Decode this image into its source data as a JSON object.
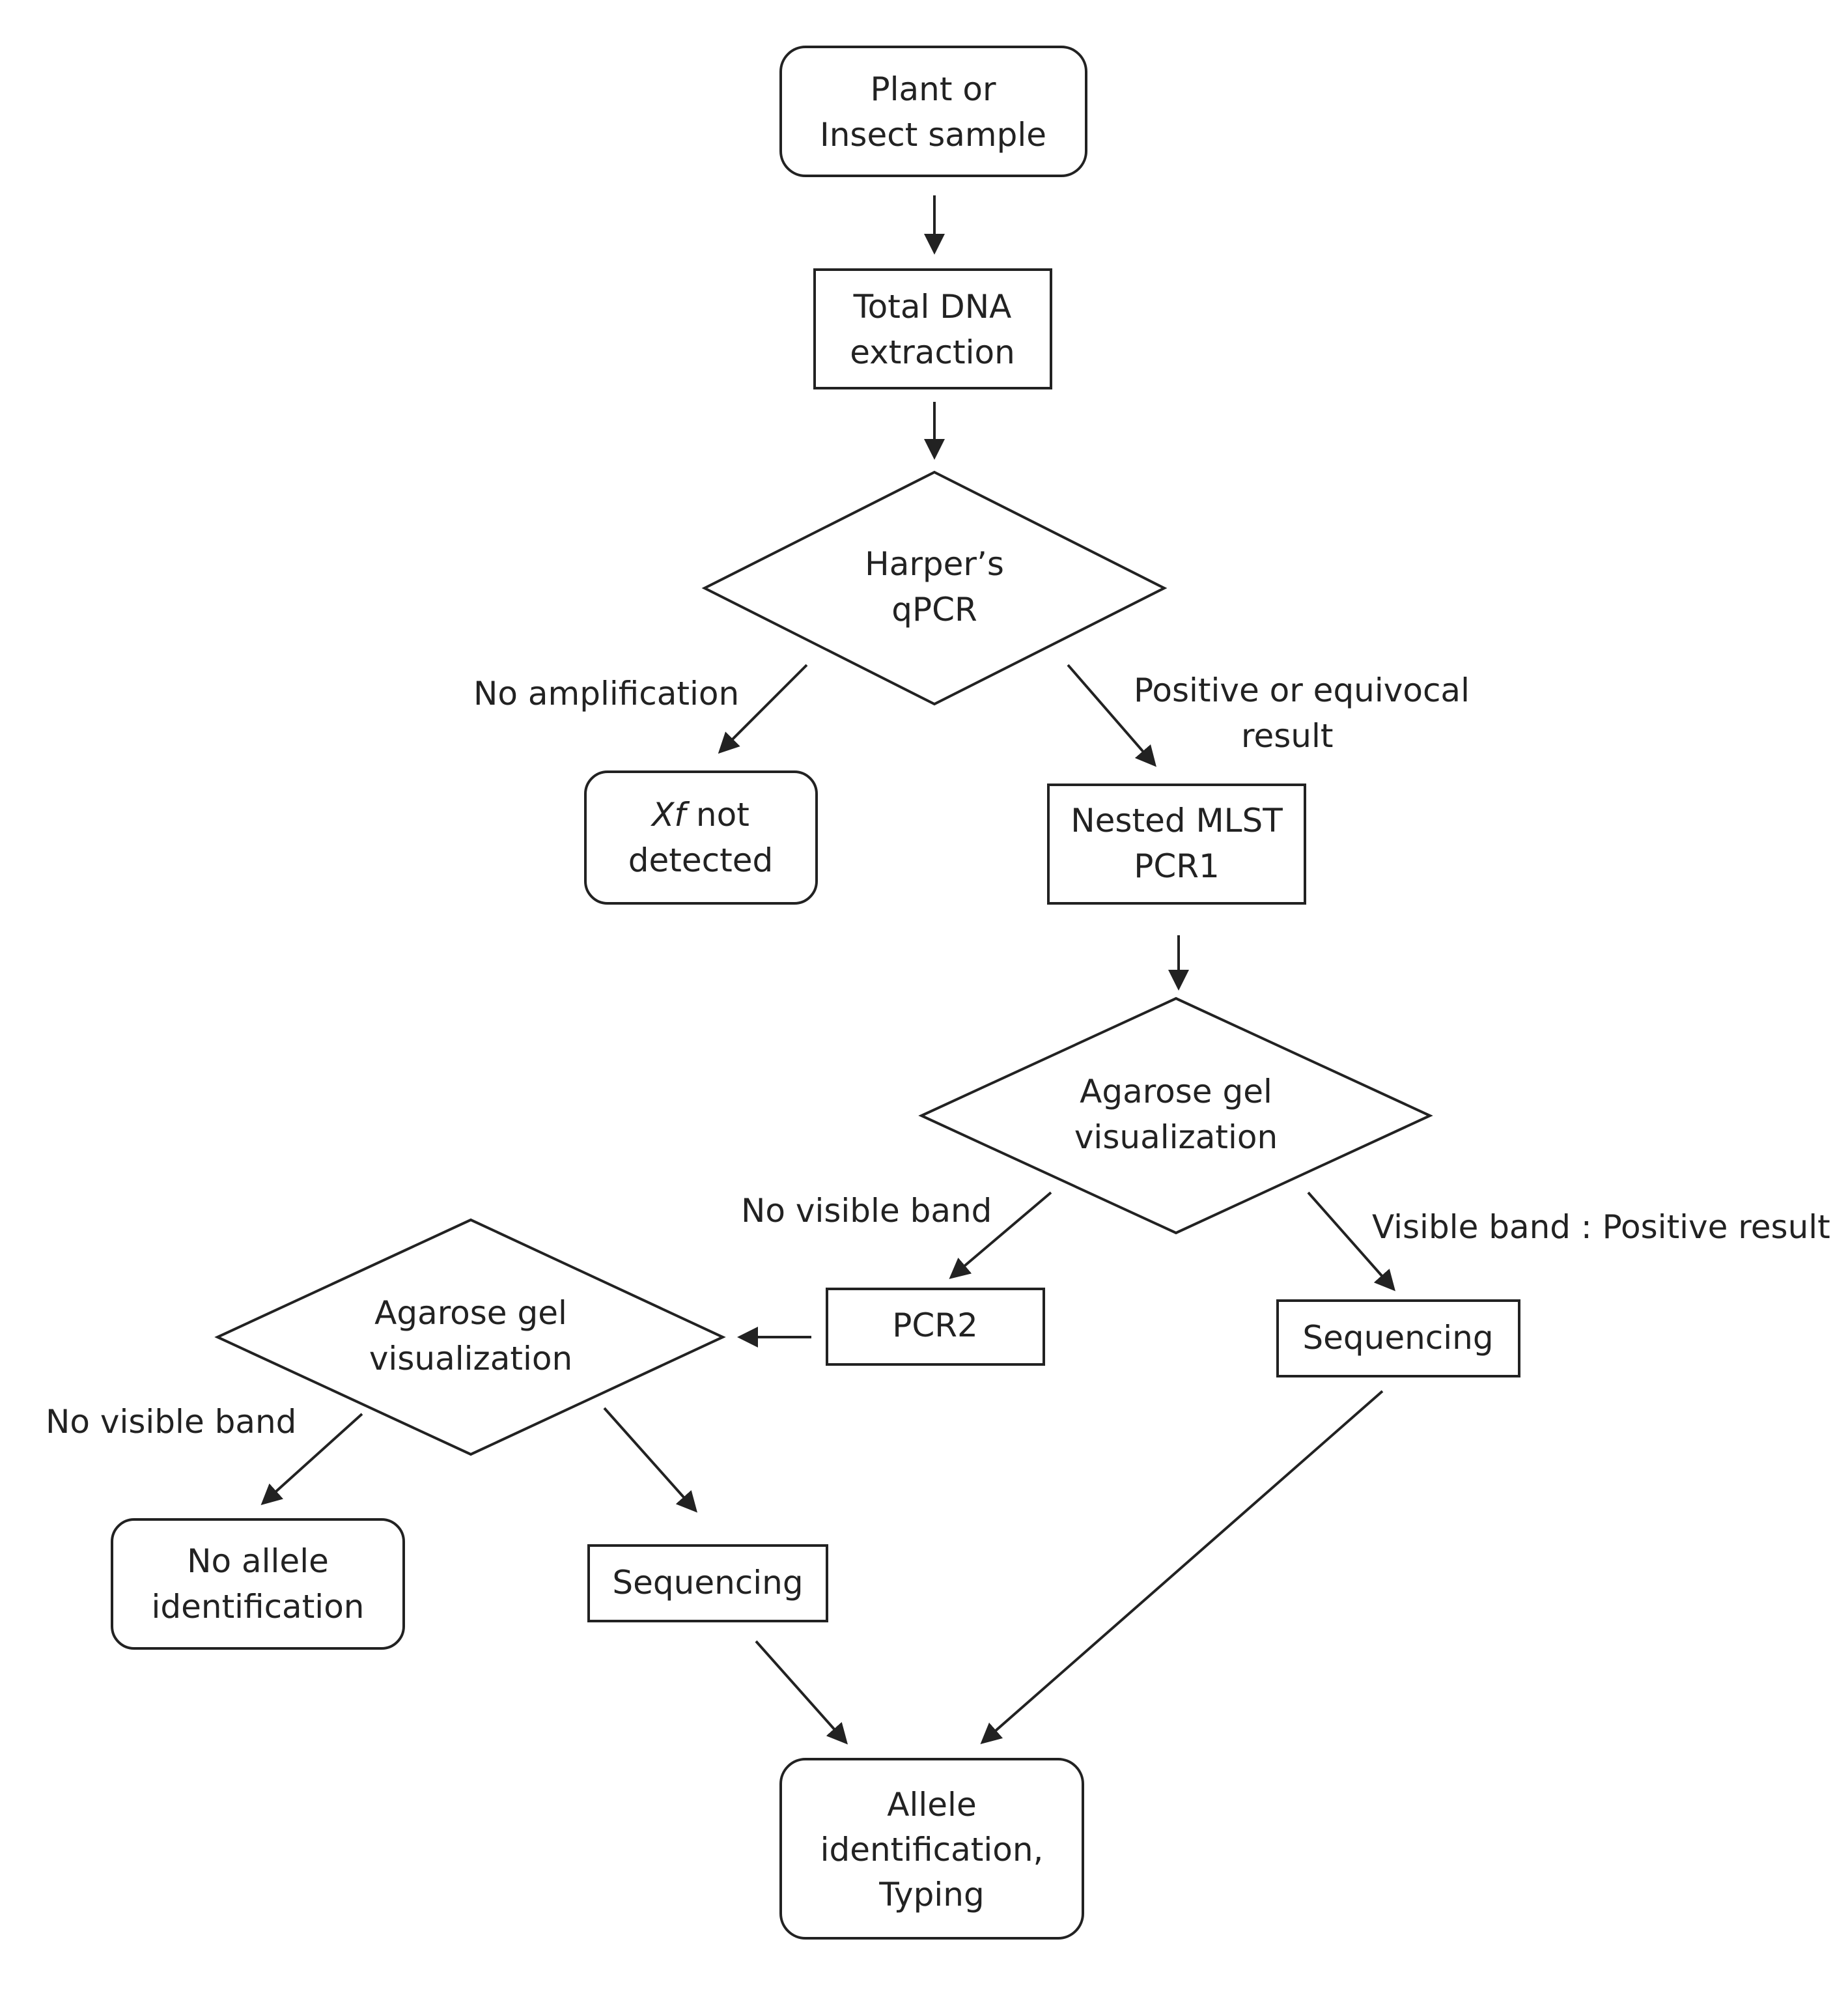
{
  "nodes": {
    "sample": {
      "line1": "Plant or",
      "line2": "Insect sample"
    },
    "extraction": {
      "line1": "Total DNA",
      "line2": "extraction"
    },
    "qpcr": {
      "line1": "Harper’s",
      "line2": "qPCR"
    },
    "not_detected": {
      "italic": "Xf",
      "line1_rest": " not",
      "line2": "detected"
    },
    "pcr1": {
      "line1": "Nested MLST",
      "line2": "PCR1"
    },
    "gel1": {
      "line1": "Agarose gel",
      "line2": "visualization"
    },
    "pcr2": {
      "line1": "PCR2"
    },
    "seq1": {
      "line1": "Sequencing"
    },
    "gel2": {
      "line1": "Agarose gel",
      "line2": "visualization"
    },
    "no_allele": {
      "line1": "No allele",
      "line2": "identification"
    },
    "seq2": {
      "line1": "Sequencing"
    },
    "allele": {
      "line1": "Allele",
      "line2": "identification,",
      "line3": "Typing"
    }
  },
  "edges": {
    "no_amplification": "No amplification",
    "positive_equivocal_1": "Positive or equivocal",
    "positive_equivocal_2": "result",
    "no_visible_band_1": "No visible band",
    "visible_band_positive": "Visible band : Positive result",
    "no_visible_band_2": "No visible band"
  }
}
